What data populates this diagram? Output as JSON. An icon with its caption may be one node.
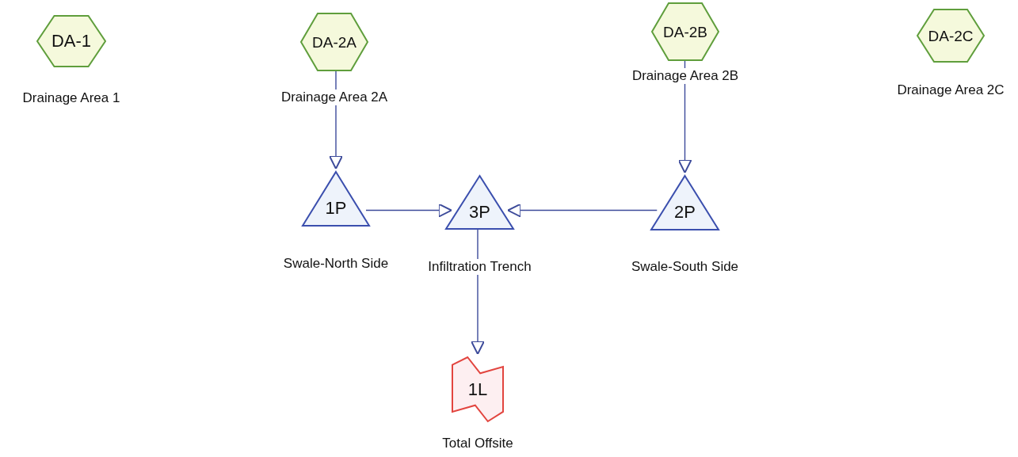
{
  "diagram": {
    "nodes": [
      {
        "text": [
          "DA-1"
        ],
        "beside": [
          "Drainage Area 1"
        ]
      },
      {
        "text": [
          "DA-2A"
        ],
        "beside": [
          "Drainage Area 2A"
        ]
      },
      {
        "text": [
          "DA-2B"
        ],
        "beside": [
          "Drainage Area 2B"
        ]
      },
      {
        "text": [
          "DA-2C"
        ],
        "beside": [
          "Drainage Area 2C"
        ]
      },
      {
        "text": [
          "1P"
        ],
        "beside": [
          "Swale-North Side"
        ]
      },
      {
        "text": [
          "3P"
        ],
        "beside": [
          "Infiltration Trench"
        ]
      },
      {
        "text": [
          "2P"
        ],
        "beside": [
          "Swale-South Side"
        ]
      },
      {
        "text": [
          "1L"
        ],
        "beside": [
          "Total Offsite"
        ]
      }
    ],
    "edges": [
      {
        "from": 1,
        "to": 4,
        "arrow": "to"
      },
      {
        "from": 2,
        "to": 6,
        "arrow": "to"
      },
      {
        "from": 4,
        "to": 5,
        "arrow": "to"
      },
      {
        "from": 6,
        "to": 5,
        "arrow": "to"
      },
      {
        "from": 5,
        "to": 7,
        "arrow": "to"
      }
    ]
  }
}
